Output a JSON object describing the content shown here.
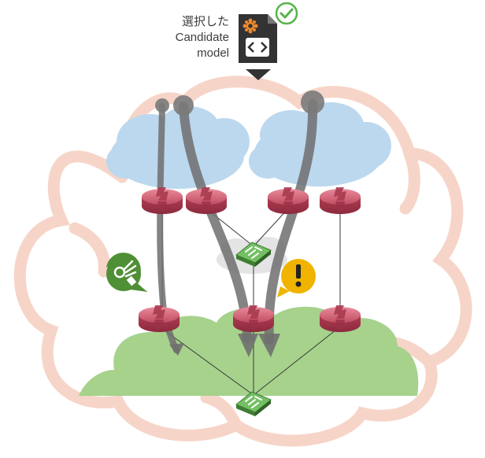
{
  "caption": {
    "line1": "選択した",
    "line2": "Candidate",
    "line3": "model"
  },
  "icons": {
    "model_file": "model-file-icon",
    "selected": "checkmark-icon",
    "ok_hand": "ok-hand-icon",
    "warning": "warning-icon",
    "router": "router-icon",
    "switch": "switch-icon"
  },
  "colors": {
    "outer_cloud": "#f6d5c8",
    "upper_clouds": "#bcd8ee",
    "lower_cloud": "#a6d28c",
    "router": "#c85468",
    "switch": "#6cb85e",
    "flow_arrow": "#6f6f6f",
    "ok_badge": "#4f8f36",
    "warning_badge": "#f0b400",
    "check_badge": "#57b44a"
  }
}
